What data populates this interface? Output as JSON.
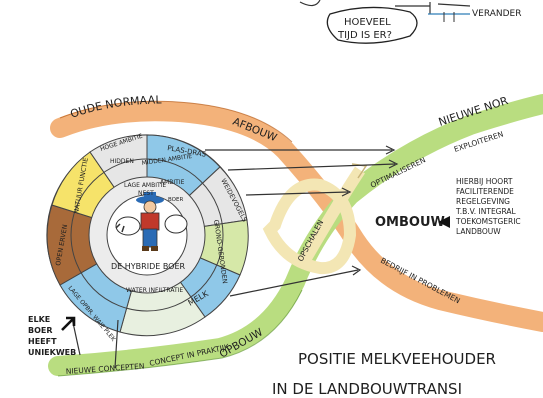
{
  "top": {
    "question": [
      "HOEVEEL",
      "TIJD IS ER?"
    ],
    "veranderen": "VERANDER"
  },
  "bands": {
    "oude_normaal": "OUDE NORMAAL",
    "afbouw": "AFBOUW",
    "nieuwe_normaal": "NIEUWE NOR",
    "optimaliseren": "OPTIMALISEREN",
    "exploiteren": "EXPLOITEREN",
    "opschalen": "OPSCHALEN",
    "ombouw": "OMBOUW",
    "bedrijf_in_problemen": "BEDRIJF IN PROBLEMEN",
    "opbouw": "OPBOUW",
    "nieuwe_concepten": "NIEUWE CONCEPTEN",
    "concept_in_praktijk": "CONCEPT IN PRAKTIJK"
  },
  "wheel": {
    "center": "DE HYBRIDE BOER",
    "boer": "BOER",
    "ring_outer": [
      "HOGE AMBITIE",
      "MIDDEN AMBITIE",
      "LAGE AMBITIE"
    ],
    "ring_inner": [
      "HIDDEN",
      "AMBITIE",
      "NEST"
    ],
    "segments": [
      "PLAS-DRAS",
      "WEIDEVOGELS",
      "GROND-GEBONDEN",
      "MELK",
      "WATER INFILTRATIE",
      "LAGE OPBR. WAIE PLEK",
      "OPEN ERVEN",
      "NATUUR FUNCTIE"
    ]
  },
  "notes": {
    "elke_boer": [
      "ELKE",
      "BOER",
      "HEEFT",
      "UNIEKWEB"
    ],
    "hierbij": [
      "HIERBIJ HOORT",
      "FACILITERENDE",
      "REGELGEVING",
      "T.B.V. INTEGRAL",
      "TOEKOMSTGERIC",
      "LANDBOUW"
    ]
  },
  "caption": [
    "POSITIE MELKVEEHOUDER",
    "IN DE LANDBOUWTRANSI"
  ],
  "colors": {
    "orange": "#f3b27a",
    "green": "#8dc63f",
    "cream": "#f3e6b4",
    "blue": "#8fc8e8",
    "yellow": "#f6e36a",
    "brown": "#a86a3a",
    "grey": "#c9c9c9"
  }
}
